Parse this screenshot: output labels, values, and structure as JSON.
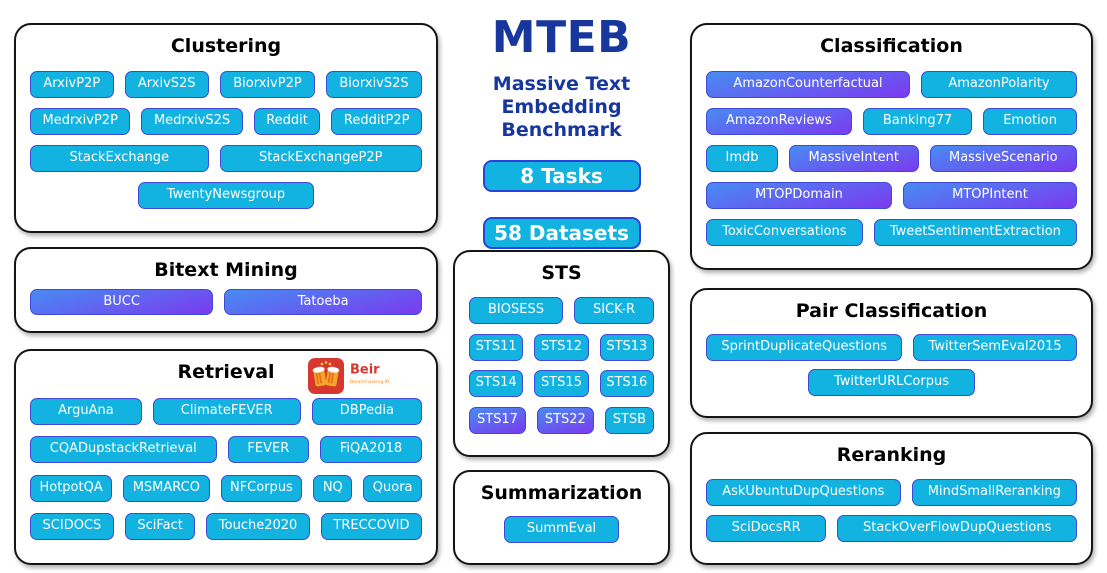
{
  "header": {
    "title": "MTEB",
    "subtitle_line1": "Massive Text",
    "subtitle_line2": "Embedding Benchmark",
    "badges": [
      {
        "label": "8 Tasks"
      },
      {
        "label": "58 Datasets"
      }
    ]
  },
  "colors": {
    "pill_cyan": "#12b3e0",
    "pill_border": "#3f49d8",
    "gradient_blue": "#478cf2",
    "gradient_purple": "#7b3af0",
    "navy_text": "#17379c",
    "badge_border": "#2b43dd",
    "box_border": "#151515",
    "beir_red": "#d6372f",
    "beir_orange": "#f5a623"
  },
  "beir": {
    "name": "Beir",
    "tagline": "Benchmarking IR"
  },
  "boxes": {
    "clustering": {
      "title": "Clustering",
      "rows": [
        [
          {
            "label": "ArxivP2P",
            "style": "cyan"
          },
          {
            "label": "ArxivS2S",
            "style": "cyan"
          },
          {
            "label": "BiorxivP2P",
            "style": "cyan"
          },
          {
            "label": "BiorxivS2S",
            "style": "cyan"
          }
        ],
        [
          {
            "label": "MedrxivP2P",
            "style": "cyan"
          },
          {
            "label": "MedrxivS2S",
            "style": "cyan"
          },
          {
            "label": "Reddit",
            "style": "cyan"
          },
          {
            "label": "RedditP2P",
            "style": "cyan"
          }
        ],
        [
          {
            "label": "StackExchange",
            "style": "cyan"
          },
          {
            "label": "StackExchangeP2P",
            "style": "cyan"
          }
        ],
        [
          {
            "label": "TwentyNewsgroup",
            "style": "cyan"
          }
        ]
      ]
    },
    "bitext_mining": {
      "title": "Bitext Mining",
      "rows": [
        [
          {
            "label": "BUCC",
            "style": "purple"
          },
          {
            "label": "Tatoeba",
            "style": "purple"
          }
        ]
      ]
    },
    "retrieval": {
      "title": "Retrieval",
      "rows": [
        [
          {
            "label": "ArguAna",
            "style": "cyan"
          },
          {
            "label": "ClimateFEVER",
            "style": "cyan"
          },
          {
            "label": "DBPedia",
            "style": "cyan"
          }
        ],
        [
          {
            "label": "CQADupstackRetrieval",
            "style": "cyan"
          },
          {
            "label": "FEVER",
            "style": "cyan"
          },
          {
            "label": "FiQA2018",
            "style": "cyan"
          }
        ],
        [
          {
            "label": "HotpotQA",
            "style": "cyan"
          },
          {
            "label": "MSMARCO",
            "style": "cyan"
          },
          {
            "label": "NFCorpus",
            "style": "cyan"
          },
          {
            "label": "NQ",
            "style": "cyan"
          },
          {
            "label": "Quora",
            "style": "cyan"
          }
        ],
        [
          {
            "label": "SCIDOCS",
            "style": "cyan"
          },
          {
            "label": "SciFact",
            "style": "cyan"
          },
          {
            "label": "Touche2020",
            "style": "cyan"
          },
          {
            "label": "TRECCOVID",
            "style": "cyan"
          }
        ]
      ]
    },
    "sts": {
      "title": "STS",
      "rows": [
        [
          {
            "label": "BIOSESS",
            "style": "cyan"
          },
          {
            "label": "SICK-R",
            "style": "cyan"
          }
        ],
        [
          {
            "label": "STS11",
            "style": "cyan"
          },
          {
            "label": "STS12",
            "style": "cyan"
          },
          {
            "label": "STS13",
            "style": "cyan"
          }
        ],
        [
          {
            "label": "STS14",
            "style": "cyan"
          },
          {
            "label": "STS15",
            "style": "cyan"
          },
          {
            "label": "STS16",
            "style": "cyan"
          }
        ],
        [
          {
            "label": "STS17",
            "style": "purple"
          },
          {
            "label": "STS22",
            "style": "purple"
          },
          {
            "label": "STSB",
            "style": "cyan"
          }
        ]
      ]
    },
    "summarization": {
      "title": "Summarization",
      "rows": [
        [
          {
            "label": "SummEval",
            "style": "cyan"
          }
        ]
      ]
    },
    "classification": {
      "title": "Classification",
      "rows": [
        [
          {
            "label": "AmazonCounterfactual",
            "style": "purple"
          },
          {
            "label": "AmazonPolarity",
            "style": "cyan"
          }
        ],
        [
          {
            "label": "AmazonReviews",
            "style": "purple"
          },
          {
            "label": "Banking77",
            "style": "cyan"
          },
          {
            "label": "Emotion",
            "style": "cyan"
          }
        ],
        [
          {
            "label": "Imdb",
            "style": "cyan"
          },
          {
            "label": "MassiveIntent",
            "style": "purple"
          },
          {
            "label": "MassiveScenario",
            "style": "purple"
          }
        ],
        [
          {
            "label": "MTOPDomain",
            "style": "purple"
          },
          {
            "label": "MTOPIntent",
            "style": "purple"
          }
        ],
        [
          {
            "label": "ToxicConversations",
            "style": "cyan"
          },
          {
            "label": "TweetSentimentExtraction",
            "style": "cyan"
          }
        ]
      ]
    },
    "pair_classification": {
      "title": "Pair Classification",
      "rows": [
        [
          {
            "label": "SprintDuplicateQuestions",
            "style": "cyan"
          },
          {
            "label": "TwitterSemEval2015",
            "style": "cyan"
          }
        ],
        [
          {
            "label": "TwitterURLCorpus",
            "style": "cyan"
          }
        ]
      ]
    },
    "reranking": {
      "title": "Reranking",
      "rows": [
        [
          {
            "label": "AskUbuntuDupQuestions",
            "style": "cyan"
          },
          {
            "label": "MindSmallReranking",
            "style": "cyan"
          }
        ],
        [
          {
            "label": "SciDocsRR",
            "style": "cyan"
          },
          {
            "label": "StackOverFlowDupQuestions",
            "style": "cyan"
          }
        ]
      ]
    }
  }
}
